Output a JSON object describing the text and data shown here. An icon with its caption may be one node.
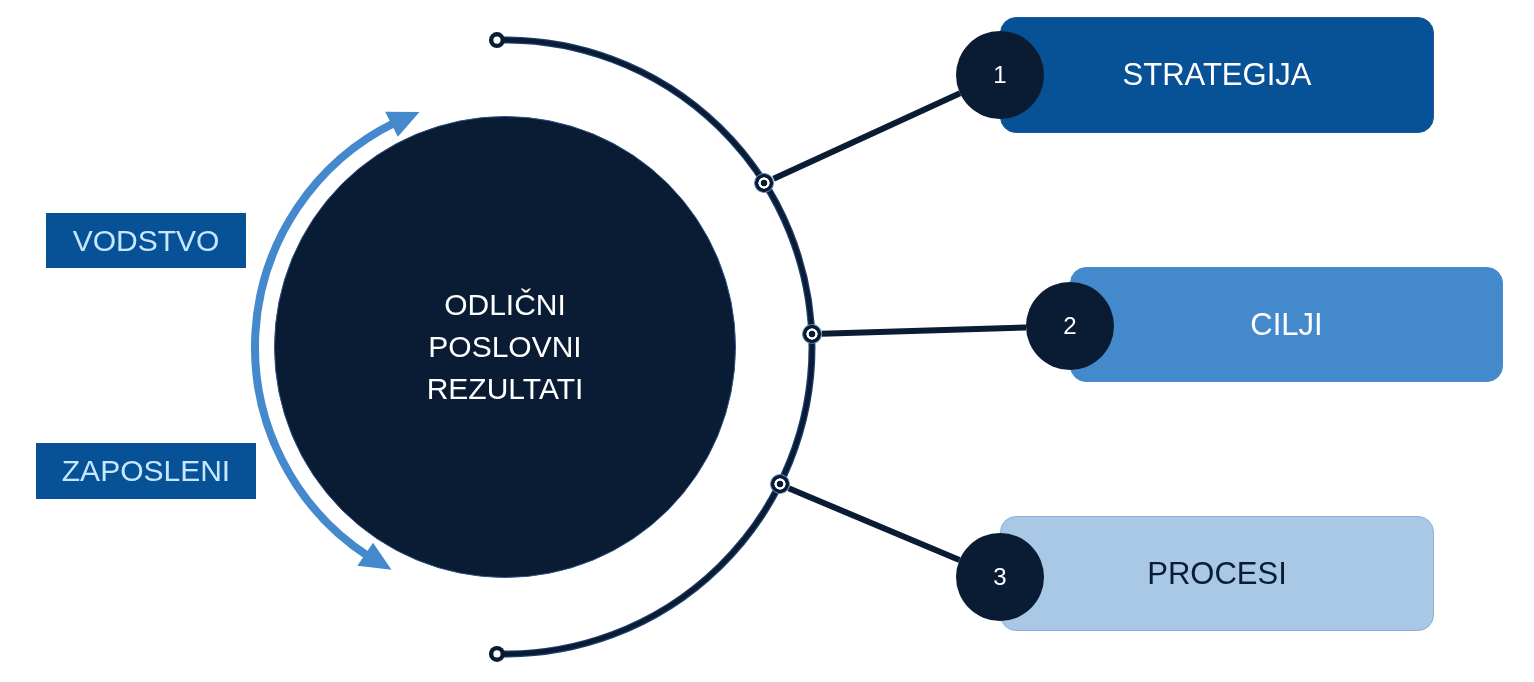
{
  "diagram": {
    "nodes": [
      {
        "text": [
          "ODLIČNI POSLOVNI REZULTATI"
        ]
      },
      {
        "text": [
          "VODSTVO"
        ]
      },
      {
        "text": [
          "ZAPOSLENI"
        ]
      },
      {
        "text": [],
        "shape": "circle"
      },
      {
        "text": [],
        "shape": "circle"
      },
      {
        "text": [],
        "shape": "circle"
      },
      {
        "text": [
          "1"
        ]
      },
      {
        "text": [
          "STRATEGIJA"
        ]
      },
      {
        "text": [
          "2"
        ]
      },
      {
        "text": [
          "CILJI"
        ]
      },
      {
        "text": [
          "3"
        ]
      },
      {
        "text": [
          "PROCESI"
        ]
      }
    ],
    "edges": [
      {
        "from": 3,
        "to": 6,
        "arrow": "none"
      },
      {
        "from": 4,
        "to": 8,
        "arrow": "none"
      },
      {
        "from": 5,
        "to": 10,
        "arrow": "none"
      }
    ]
  }
}
